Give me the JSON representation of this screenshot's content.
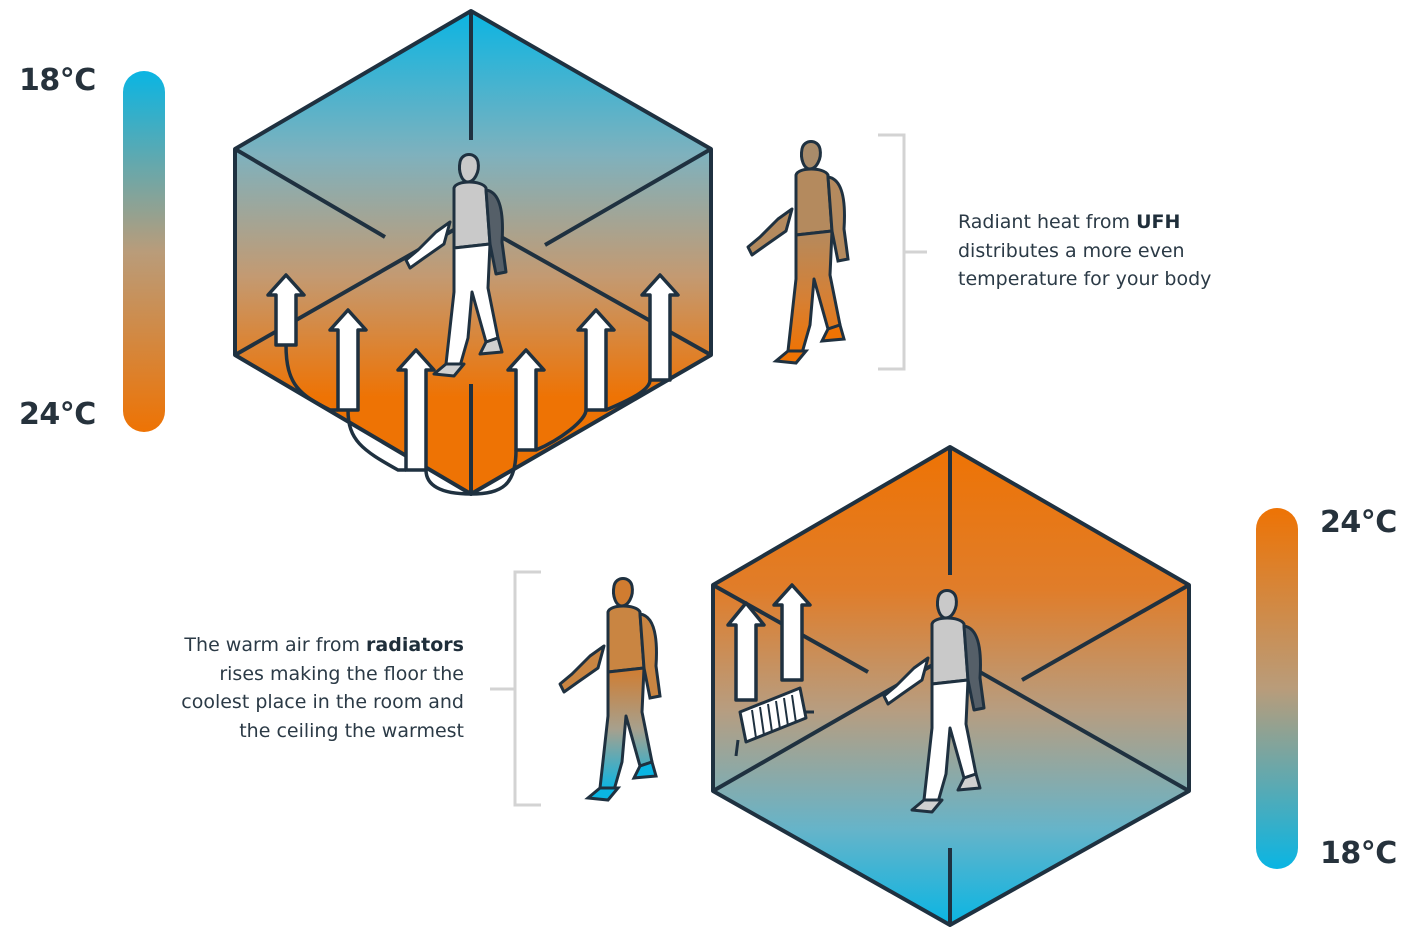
{
  "scale_top": {
    "top_label": "18°C",
    "bottom_label": "24°C"
  },
  "scale_bottom": {
    "top_label": "24°C",
    "bottom_label": "18°C"
  },
  "colors": {
    "warm": "#ee7304",
    "mid": "#b99c7a",
    "cool": "#00b5e6",
    "outline": "#1f3140",
    "bracket": "#d3d3d3"
  },
  "ufh_caption": {
    "prefix": "Radiant heat from ",
    "bold": "UFH",
    "line2": "distributes a more even",
    "line3": "temperature for your body"
  },
  "radiator_caption": {
    "prefix": "The warm air from ",
    "bold": "radiators",
    "line2": "rises making the floor the",
    "line3": "coolest place in the room and",
    "line4": "the ceiling the warmest"
  }
}
